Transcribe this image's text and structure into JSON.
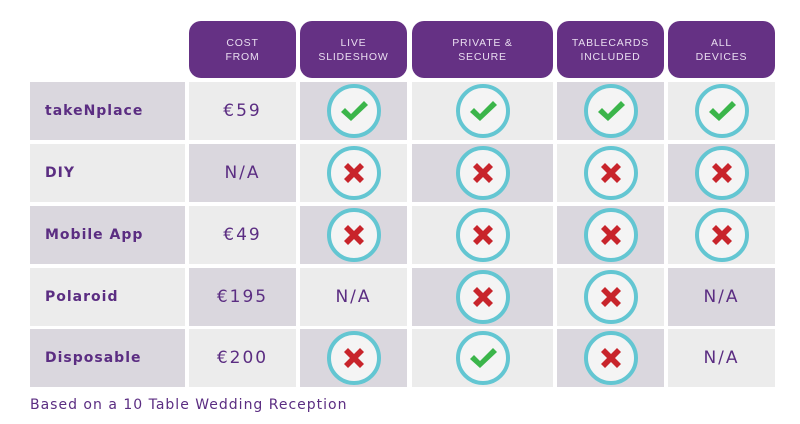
{
  "headers": [
    "COST\nFROM",
    "LIVE\nSLIDESHOW",
    "PRIVATE &\nSECURE",
    "TABLECARDS\nINCLUDED",
    "ALL\nDEVICES"
  ],
  "rows": [
    {
      "name": "takeNplace",
      "cost": "€59",
      "features": [
        "check",
        "check",
        "check",
        "check"
      ]
    },
    {
      "name": "DIY",
      "cost": "N/A",
      "features": [
        "cross",
        "cross",
        "cross",
        "cross"
      ]
    },
    {
      "name": "Mobile App",
      "cost": "€49",
      "features": [
        "cross",
        "cross",
        "cross",
        "cross"
      ]
    },
    {
      "name": "Polaroid",
      "cost": "€195",
      "features": [
        "N/A",
        "cross",
        "cross",
        "N/A"
      ]
    },
    {
      "name": "Disposable",
      "cost": "€200",
      "features": [
        "cross",
        "check",
        "cross",
        "N/A"
      ]
    }
  ],
  "footnote": "Based on a 10 Table Wedding Reception",
  "colors": {
    "header": "#653184",
    "check": "#3bb54a",
    "cross": "#c8242b",
    "ring": "#63c6d2"
  }
}
